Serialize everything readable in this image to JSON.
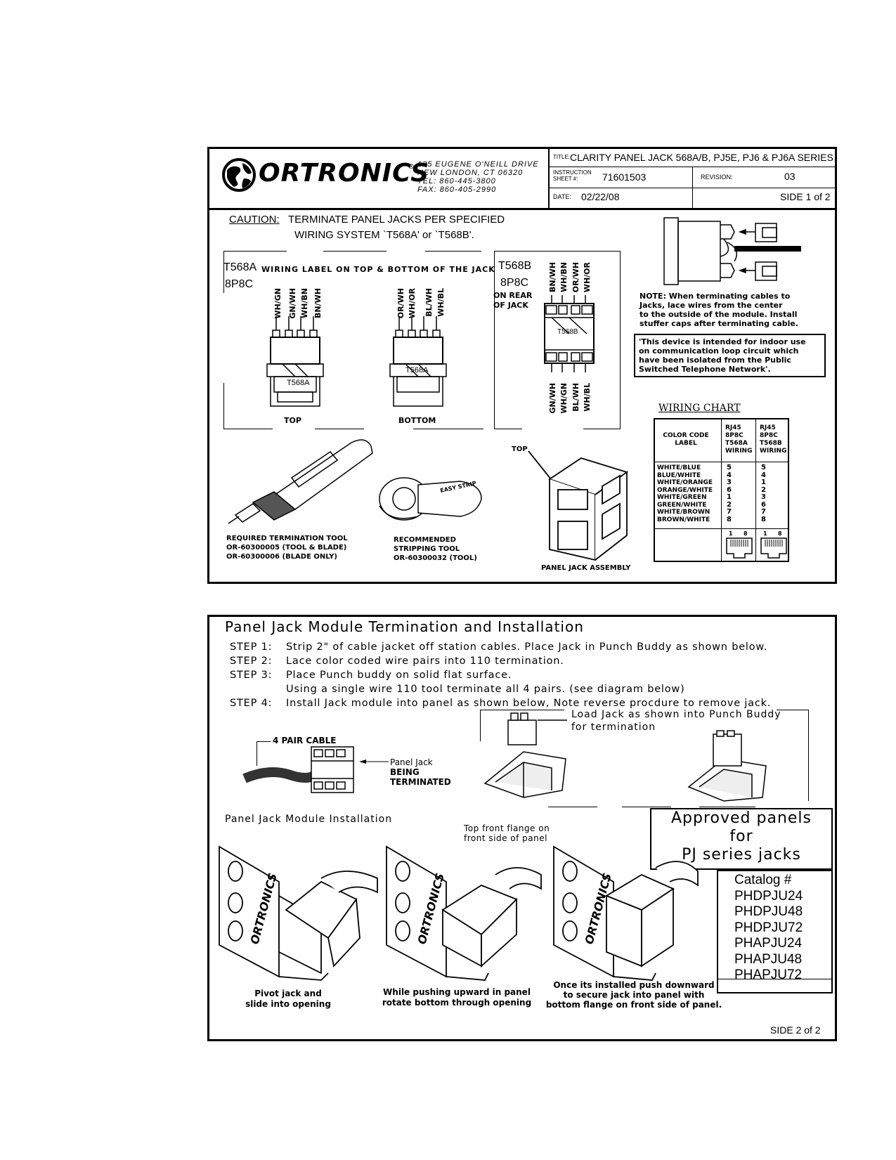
{
  "header": {
    "brand": "ORTRONICS",
    "address_lines": [
      "125 EUGENE O'NEILL DRIVE",
      "NEW LONDON, CT 06320",
      "TEL: 860-445-3800",
      "FAX: 860-405-2990"
    ],
    "title_label": "TITLE:",
    "title": "CLARITY PANEL JACK 568A/B, PJ5E, PJ6 & PJ6A SERIES",
    "instruction_label": "INSTRUCTION SHEET #:",
    "instruction_number": "71601503",
    "revision_label": "REVISION:",
    "revision": "03",
    "date_label": "DATE:",
    "date": "02/22/08",
    "side": "SIDE 1 of 2"
  },
  "caution": {
    "label": "CAUTION:",
    "line1": "TERMINATE PANEL JACKS PER SPECIFIED",
    "line2": "WIRING SYSTEM `T568A' or `T568B'."
  },
  "t568a": {
    "heading": "T568A",
    "subheading": "WIRING LABEL ON TOP & BOTTOM OF THE JACK",
    "connector": "8P8C",
    "top_wires": [
      "WH/GN",
      "GN/WH",
      "WH/BN",
      "BN/WH"
    ],
    "bottom_wires": [
      "OR/WH",
      "WH/OR",
      "BL/WH",
      "WH/BL"
    ],
    "jack_label": "T568A",
    "top_caption": "TOP",
    "bottom_caption": "BOTTOM"
  },
  "t568b": {
    "heading": "T568B",
    "connector": "8P8C",
    "rear_line1": "ON REAR",
    "rear_line2": "OF JACK",
    "top_wires": [
      "BN/WH",
      "WH/BN",
      "OR/WH",
      "WH/OR"
    ],
    "bottom_wires": [
      "GN/WH",
      "WH/GN",
      "BL/WH",
      "WH/BL"
    ],
    "jack_label": "T568B"
  },
  "note": {
    "text": [
      "NOTE: When terminating cables to",
      "Jacks, lace wires from the center",
      "to the outside of the module.  Install",
      "stuffer caps after terminating cable."
    ]
  },
  "indoor_notice": {
    "text": [
      "'This device is intended for indoor use",
      "on communication loop circuit which",
      "have been isolated from the Public",
      "Switched Telephone Network'."
    ]
  },
  "wiring_chart": {
    "title": "WIRING CHART",
    "col_label": [
      "COLOR CODE",
      "LABEL"
    ],
    "col_a": [
      "RJ45",
      "8P8C",
      "T568A",
      "WIRING"
    ],
    "col_b": [
      "RJ45",
      "8P8C",
      "T568B",
      "WIRING"
    ],
    "rows": [
      {
        "label": "WHITE/BLUE",
        "a": "5",
        "b": "5"
      },
      {
        "label": "BLUE/WHITE",
        "a": "4",
        "b": "4"
      },
      {
        "label": "WHITE/ORANGE",
        "a": "3",
        "b": "1"
      },
      {
        "label": "ORANGE/WHITE",
        "a": "6",
        "b": "2"
      },
      {
        "label": "WHITE/GREEN",
        "a": "1",
        "b": "3"
      },
      {
        "label": "GREEN/WHITE",
        "a": "2",
        "b": "6"
      },
      {
        "label": "WHITE/BROWN",
        "a": "7",
        "b": "7"
      },
      {
        "label": "BROWN/WHITE",
        "a": "8",
        "b": "8"
      }
    ],
    "pin_first": "1",
    "pin_last": "8"
  },
  "tools": {
    "termination": [
      "REQUIRED TERMINATION TOOL",
      "OR-60300005 (TOOL & BLADE)",
      "OR-60300006 (BLADE ONLY)"
    ],
    "stripping": [
      "RECOMMENDED",
      "STRIPPING TOOL",
      "OR-60300032 (TOOL)"
    ],
    "stripper_brand": "EASY STRIP",
    "assembly_top": "TOP",
    "assembly_caption": "PANEL JACK ASSEMBLY"
  },
  "section2": {
    "title": "Panel Jack Module Termination and Installation",
    "steps": [
      {
        "label": "STEP 1:",
        "text": "Strip 2\" of cable jacket off station cables. Place Jack in Punch Buddy as shown below."
      },
      {
        "label": "STEP 2:",
        "text": "Lace color coded wire pairs into 110 termination."
      },
      {
        "label": "STEP 3:",
        "text": "Place Punch buddy on solid flat surface."
      },
      {
        "label": "",
        "text": "Using a single wire 110 tool terminate all 4 pairs. (see diagram below)"
      },
      {
        "label": "STEP 4:",
        "text": "Install Jack module into panel as shown below, Note reverse procdure to remove jack."
      }
    ],
    "cable_label": "4 PAIR CABLE",
    "panel_jack_label": [
      "Panel Jack",
      "BEING",
      "TERMINATED"
    ],
    "load_label": [
      "Load Jack as shown into Punch Buddy",
      "for termination"
    ],
    "install_title": "Panel Jack Module Installation",
    "top_flange": [
      "Top front flange on",
      "front side of panel"
    ],
    "approved": [
      "Approved panels",
      "for",
      "PJ series jacks"
    ],
    "catalog_title": "Catalog #",
    "catalog": [
      "PHDPJU24",
      "PHDPJU48",
      "PHDPJU72",
      "PHAPJU24",
      "PHAPJU48",
      "PHAPJU72"
    ],
    "captions": [
      [
        "Pivot jack and",
        "slide into opening"
      ],
      [
        "While pushing upward in panel",
        "rotate bottom through opening"
      ],
      [
        "Once its installed push downward",
        "to secure jack into panel with",
        "bottom flange on front side of panel."
      ]
    ],
    "panel_brand": "ORTRONICS",
    "side": "SIDE 2 of 2"
  }
}
